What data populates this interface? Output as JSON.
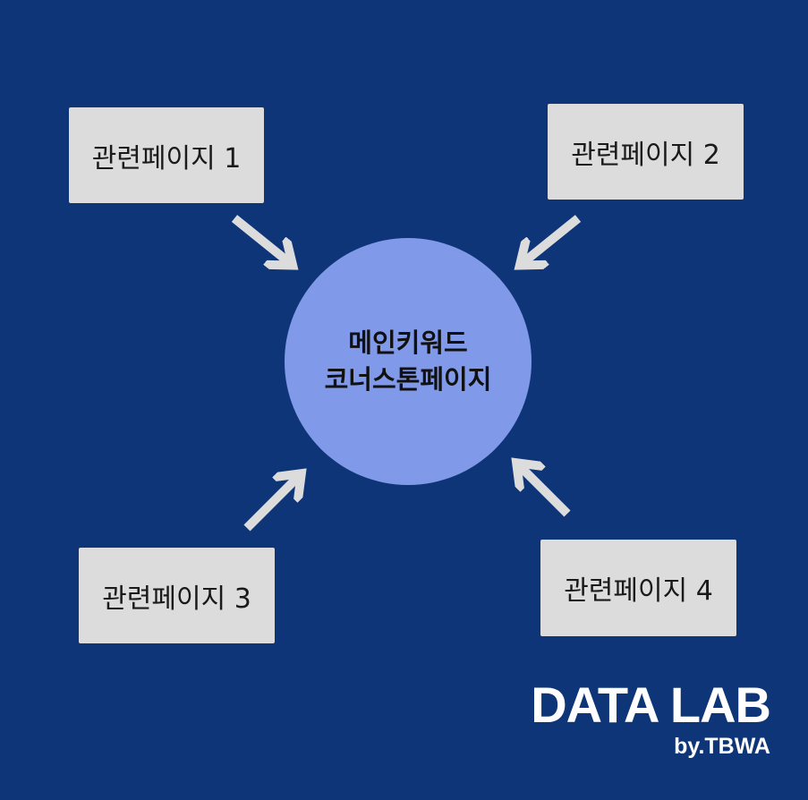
{
  "hub": {
    "line1": "메인키워드",
    "line2": "코너스톤페이지"
  },
  "pages": [
    {
      "label": "관련페이지 1"
    },
    {
      "label": "관련페이지 2"
    },
    {
      "label": "관련페이지 3"
    },
    {
      "label": "관련페이지 4"
    }
  ],
  "logo": {
    "main": "DATA LAB",
    "sub": "by.TBWA"
  },
  "colors": {
    "background": "#0d3578",
    "hub": "#8199e9",
    "box": "#dcdcdc",
    "arrow": "#dcdcdc"
  }
}
